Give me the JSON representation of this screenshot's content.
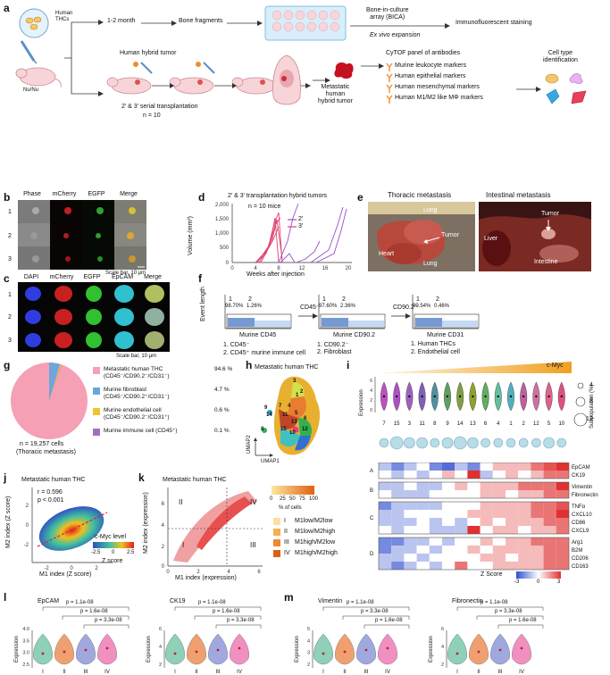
{
  "panel_letters": {
    "a": "a",
    "b": "b",
    "c": "c",
    "d": "d",
    "e": "e",
    "f": "f",
    "g": "g",
    "h": "h",
    "i": "i",
    "j": "j",
    "k": "k",
    "l": "l",
    "m": "m"
  },
  "a": {
    "human_thcs": "Human\nTHCs",
    "mouse": "Nu/Nu",
    "time": "1-2 month",
    "bone": "Bone fragments",
    "bica": "Bone-in-culture\narray (BICA)",
    "exvivo": "Ex vivo expansion",
    "if_stain": "Immunofluorescent staining",
    "hybrid": "Human hybrid tumor",
    "serial": "2′ & 3′ serial transplantation",
    "n": "n = 10",
    "metastatic": "Metastatic\nhuman\nhybrid tumor",
    "cytof": "CyTOF panel of antibodies",
    "markers": [
      "Murine leukocyte markers",
      "Human epithelial markers",
      "Human mesenchymal markers",
      "Human M1/M2 like MΦ markers"
    ],
    "celltype": "Cell type\nidentification"
  },
  "b": {
    "cols": [
      "Phase",
      "mCherry",
      "EGFP",
      "Merge"
    ],
    "rows": [
      "1",
      "2",
      "3"
    ],
    "scale": "Scale bar, 10 μm"
  },
  "c": {
    "cols": [
      "DAPI",
      "mCherry",
      "EGFP",
      "EpCAM",
      "Merge"
    ],
    "rows": [
      "1",
      "2",
      "3"
    ],
    "scale": "Scale bar, 10 μm"
  },
  "d": {
    "title": "2′ & 3′ transplantation hybrid tumors",
    "n": "n = 10 mice",
    "legend": [
      "2′",
      "3′"
    ],
    "ylabel": "Volume (mm³)",
    "xlabel": "Weeks after injection",
    "colors": {
      "secondary": "#9b4dca",
      "tertiary": "#e0416e"
    }
  },
  "e": {
    "left_title": "Thoracic metastasis",
    "right_title": "Intestinal metastasis",
    "labels": [
      "Lung",
      "Tumor",
      "Heart",
      "Lung",
      "Tumor",
      "Liver",
      "Intestine"
    ]
  },
  "f": {
    "ylabel": "Event length",
    "plots": [
      {
        "gate1": "1",
        "gate2": "2",
        "p1": "98.70%",
        "p2": "1.26%",
        "xlabel": "Murine CD45",
        "desc": [
          "1. CD45⁻",
          "2. CD45⁺ murine immune cell"
        ]
      },
      {
        "gate1": "1",
        "gate2": "2",
        "p1": "97.60%",
        "p2": "2.36%",
        "xlabel": "Murine CD90.2",
        "desc": [
          "1. CD90.2⁻",
          "2. Fibroblast"
        ]
      },
      {
        "gate1": "1",
        "gate2": "2",
        "p1": "99.54%",
        "p2": "0.46%",
        "xlabel": "Murine CD31",
        "desc": [
          "1. Human THCs",
          "2. Endothelial cell"
        ]
      }
    ],
    "arrows": [
      "CD45⁻",
      "CD90.2⁻"
    ]
  },
  "g": {
    "n": "n = 19,257 cells",
    "sub": "(Thoracic metastasis)",
    "items": [
      {
        "label": "Metastatic human THC",
        "sub": "(CD45⁻/CD90.2⁻/CD31⁻)",
        "pct": "94.6 %",
        "color": "#f5a0b4"
      },
      {
        "label": "Murine fibroblast",
        "sub": "(CD45⁻/CD90.2⁺/CD31⁻)",
        "pct": "4.7 %",
        "color": "#6fa4dc"
      },
      {
        "label": "Murine endothelial cell",
        "sub": "(CD45⁻/CD90.2⁻/CD31⁺)",
        "pct": "0.6 %",
        "color": "#f2c230"
      },
      {
        "label": "Murine immune cell (CD45⁺)",
        "sub": "",
        "pct": "0.1 %",
        "color": "#a070c0"
      }
    ]
  },
  "h": {
    "title": "Metastatic human THC",
    "x": "UMAP1",
    "y": "UMAP2",
    "clusters": [
      "3",
      "1",
      "2",
      "4",
      "5",
      "7",
      "6",
      "11",
      "13",
      "14",
      "9",
      "12",
      "15",
      "10",
      "8"
    ]
  },
  "i": {
    "cmyc": "c-Myc",
    "ylabel": "Expression",
    "clusters": [
      "7",
      "15",
      "3",
      "11",
      "8",
      "9",
      "14",
      "13",
      "6",
      "4",
      "1",
      "2",
      "12",
      "5",
      "10"
    ],
    "sub_title": "Subpopulation (%)",
    "sub_legend": [
      "4",
      "8",
      "12"
    ],
    "groups": [
      "A",
      "B",
      "C",
      "D"
    ],
    "genes": [
      "EpCAM",
      "CK19",
      "Vimentin",
      "Fibronectin",
      "TNFα",
      "CXCL10",
      "CD86",
      "CXCL9",
      "Arg1",
      "B2M",
      "CD206",
      "CD163"
    ],
    "zlabel": "Z Score",
    "zticks": [
      "-3",
      "0",
      "3"
    ]
  },
  "j": {
    "title": "Metastatic human THC",
    "r": "r = 0.596",
    "p": "p < 0.001",
    "xlabel": "M1 index (Z score)",
    "ylabel": "M2 index (Z score)",
    "cbar_title": "c-Myc level",
    "cbar_ticks": [
      "-2.5",
      "0",
      "2.5"
    ],
    "cbar_sub": "Z score",
    "xticks": [
      "-2",
      "0",
      "2"
    ],
    "yticks": [
      "-2",
      "0",
      "2"
    ]
  },
  "k": {
    "title": "Metastatic human THC",
    "xlabel": "M1 index (expression)",
    "ylabel": "M2 index (expression)",
    "quadrants": [
      "II",
      "IV",
      "I",
      "III"
    ],
    "xticks": [
      "0",
      "2",
      "4",
      "6"
    ],
    "yticks": [
      "2",
      "4",
      "6"
    ],
    "pct_ticks": [
      "0",
      "25",
      "50",
      "75",
      "100"
    ],
    "pct_label": "% of cells",
    "legend": [
      {
        "n": "I",
        "t": "M1low/M2low"
      },
      {
        "n": "II",
        "t": "M1low/M2high"
      },
      {
        "n": "III",
        "t": "M1high/M2low"
      },
      {
        "n": "IV",
        "t": "M1high/M2high"
      }
    ]
  },
  "l": {
    "plots": [
      {
        "title": "EpCAM"
      },
      {
        "title": "CK19"
      }
    ],
    "pvals": [
      "p = 1.1e-08",
      "p = 1.6e-08",
      "p = 3.3e-08"
    ],
    "xt": [
      "I",
      "II",
      "III",
      "IV"
    ],
    "ylabel": "Expression",
    "yticks": [
      "2.5",
      "3.0",
      "3.5",
      "4.0"
    ],
    "yticks2": [
      "2",
      "4",
      "6"
    ]
  },
  "m": {
    "plots": [
      {
        "title": "Vimentin"
      },
      {
        "title": "Fibronectin"
      }
    ],
    "pvals": [
      "p = 1.1e-08",
      "p = 3.3e-08",
      "p = 1.6e-08"
    ],
    "xt": [
      "I",
      "II",
      "III",
      "IV"
    ],
    "ylabel": "Expression",
    "yticks": [
      "2",
      "3",
      "4",
      "5"
    ],
    "yticks2": [
      "2",
      "4",
      "6"
    ]
  }
}
